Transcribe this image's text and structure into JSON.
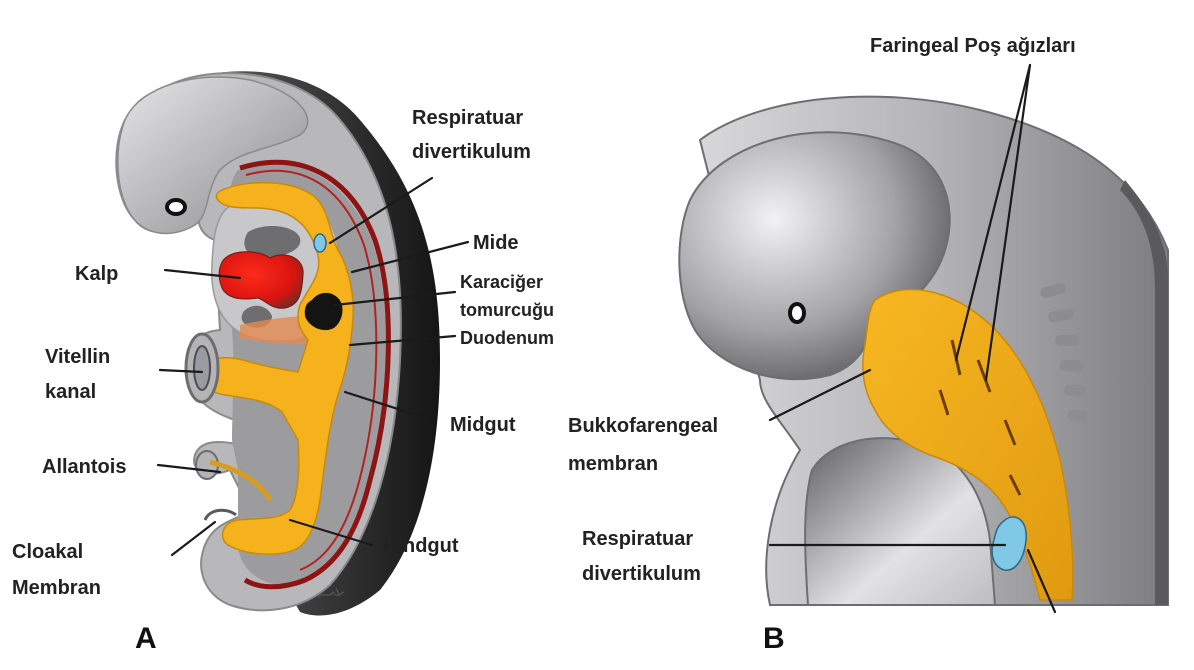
{
  "panel_a": {
    "letter": "A",
    "labels": {
      "respiratuar_1": "Respiratuar",
      "respiratuar_2": "divertikulum",
      "mide": "Mide",
      "karaciger_1": "Karaciğer",
      "karaciger_2": "tomurcuğu",
      "duodenum": "Duodenum",
      "kalp": "Kalp",
      "vitellin_1": "Vitellin",
      "vitellin_2": "kanal",
      "midgut": "Midgut",
      "allantois": "Allantois",
      "hindgut": "Hindgut",
      "cloakal_1": "Cloakal",
      "cloakal_2": "Membran"
    }
  },
  "panel_b": {
    "letter": "B",
    "labels": {
      "faringeal": "Faringeal Poş ağızları",
      "bukko_1": "Bukkofarengeal",
      "bukko_2": "membran",
      "resp_1": "Respiratuar",
      "resp_2": "divertikulum"
    }
  },
  "colors": {
    "gut_yellow": "#f5b21c",
    "heart_red": "#e01a12",
    "body_gray": "#b9b9bc",
    "dark_gray": "#3a3a3a",
    "vessel_red": "#8e1414",
    "respiratory_blue": "#7fc9e6"
  }
}
